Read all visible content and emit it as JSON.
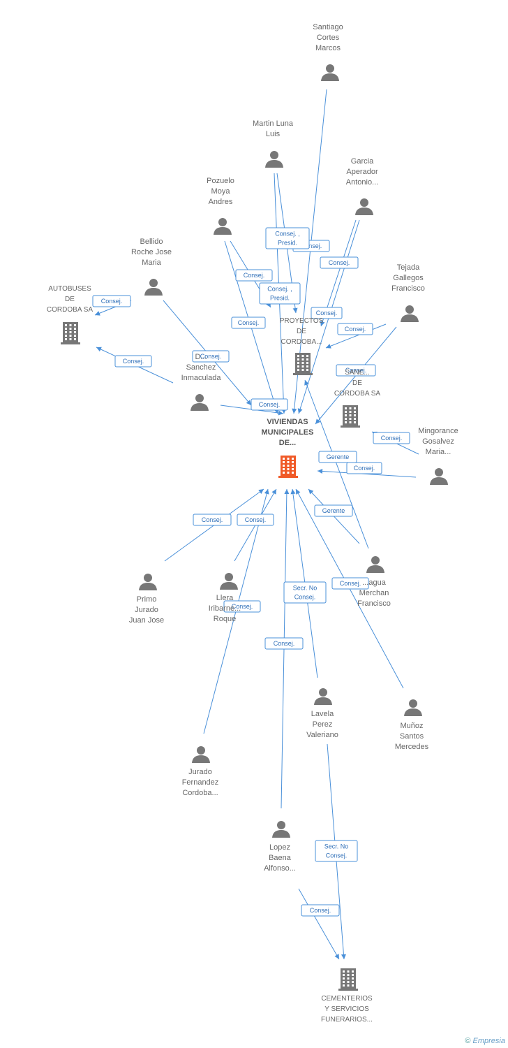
{
  "colors": {
    "edge": "#4a90d9",
    "person": "#777777",
    "company": "#777777",
    "main_company": "#f05a28"
  },
  "center": {
    "id": "viviendas",
    "label": [
      "VIVIENDAS",
      "MUNICIPALES",
      "DE..."
    ]
  },
  "nodes": [
    {
      "id": "viviendas",
      "type": "main",
      "label": [
        "VIVIENDAS",
        "MUNICIPALES",
        "DE..."
      ]
    },
    {
      "id": "santiago",
      "type": "person",
      "label": [
        "Santiago",
        "Cortes",
        "Marcos"
      ]
    },
    {
      "id": "martin",
      "type": "person",
      "label": [
        "Martin Luna",
        "Luis"
      ]
    },
    {
      "id": "garcia",
      "type": "person",
      "label": [
        "Garcia",
        "Aperador",
        "Antonio..."
      ]
    },
    {
      "id": "pozuelo",
      "type": "person",
      "label": [
        "Pozuelo",
        "Moya",
        "Andres"
      ]
    },
    {
      "id": "bellido",
      "type": "person",
      "label": [
        "Bellido",
        "Roche Jose",
        "Maria"
      ]
    },
    {
      "id": "tejada",
      "type": "person",
      "label": [
        "Tejada",
        "Gallegos",
        "Francisco"
      ]
    },
    {
      "id": "autobuses",
      "type": "company",
      "label": [
        "AUTOBUSES",
        "DE",
        "CORDOBA SA"
      ]
    },
    {
      "id": "proyectos",
      "type": "company",
      "label": [
        "PROYECTOS",
        "DE",
        "CORDOBA..."
      ]
    },
    {
      "id": "saneamientos",
      "type": "company",
      "label": [
        "SANE...",
        "DE",
        "CORDOBA SA"
      ]
    },
    {
      "id": "diaz",
      "type": "person",
      "label": [
        "D...",
        "Sanchez",
        "Inmaculada"
      ]
    },
    {
      "id": "mingorance",
      "type": "person",
      "label": [
        "Mingorance",
        "Gosalvez",
        "Maria..."
      ]
    },
    {
      "id": "primo",
      "type": "person",
      "label": [
        "Primo",
        "Jurado",
        "Juan Jose"
      ]
    },
    {
      "id": "llera",
      "type": "person",
      "label": [
        "Llera",
        "Iribarne...",
        "Roque"
      ]
    },
    {
      "id": "aragua",
      "type": "person",
      "label": [
        "...agua",
        "Merchan",
        "Francisco"
      ]
    },
    {
      "id": "lavela",
      "type": "person",
      "label": [
        "Lavela",
        "Perez",
        "Valeriano"
      ]
    },
    {
      "id": "munoz",
      "type": "person",
      "label": [
        "Muñoz",
        "Santos",
        "Mercedes"
      ]
    },
    {
      "id": "jurado",
      "type": "person",
      "label": [
        "Jurado",
        "Fernandez",
        "Cordoba..."
      ]
    },
    {
      "id": "lopez",
      "type": "person",
      "label": [
        "Lopez",
        "Baena",
        "Alfonso..."
      ]
    },
    {
      "id": "cementerios",
      "type": "company",
      "label": [
        "CEMENTERIOS",
        "Y SERVICIOS",
        "FUNERARIOS..."
      ]
    }
  ],
  "edges": [
    {
      "from": "santiago",
      "to": "viviendas",
      "label": [
        "Consej."
      ]
    },
    {
      "from": "martin",
      "to": "viviendas",
      "label": [
        "Consej. ,",
        "Presid."
      ]
    },
    {
      "from": "martin",
      "to": "proyectos",
      "label": [
        "Consej. ,",
        "Presid."
      ]
    },
    {
      "from": "garcia",
      "to": "viviendas",
      "label": [
        "Consej."
      ]
    },
    {
      "from": "garcia",
      "to": "proyectos",
      "label": [
        "Consej."
      ]
    },
    {
      "from": "pozuelo",
      "to": "viviendas",
      "label": [
        "Consej."
      ]
    },
    {
      "from": "pozuelo",
      "to": "proyectos",
      "label": [
        "Consej."
      ]
    },
    {
      "from": "bellido",
      "to": "viviendas",
      "label": [
        "Consej."
      ]
    },
    {
      "from": "bellido",
      "to": "autobuses",
      "label": [
        "Consej."
      ]
    },
    {
      "from": "tejada",
      "to": "proyectos",
      "label": [
        "Consej."
      ]
    },
    {
      "from": "tejada",
      "to": "viviendas",
      "label": [
        "Consej."
      ]
    },
    {
      "from": "diaz",
      "to": "autobuses",
      "label": [
        "Consej."
      ]
    },
    {
      "from": "diaz",
      "to": "viviendas",
      "label": [
        "Consej."
      ]
    },
    {
      "from": "mingorance",
      "to": "saneamientos",
      "label": [
        "Consej."
      ]
    },
    {
      "from": "mingorance",
      "to": "viviendas",
      "label": [
        "Consej."
      ]
    },
    {
      "from": "primo",
      "to": "viviendas",
      "label": [
        "Consej."
      ]
    },
    {
      "from": "llera",
      "to": "viviendas",
      "label": [
        "Consej."
      ]
    },
    {
      "from": "aragua",
      "to": "viviendas",
      "label": [
        "Gerente"
      ]
    },
    {
      "from": "aragua",
      "to": "proyectos",
      "label": [
        "Gerente"
      ]
    },
    {
      "from": "lavela",
      "to": "viviendas",
      "label": [
        "Secr. No",
        "Consej."
      ]
    },
    {
      "from": "lavela",
      "to": "cementerios",
      "label": [
        "Secr. No",
        "Consej."
      ]
    },
    {
      "from": "munoz",
      "to": "viviendas",
      "label": [
        "Consej."
      ]
    },
    {
      "from": "jurado",
      "to": "viviendas",
      "label": [
        "Consej."
      ]
    },
    {
      "from": "lopez",
      "to": "viviendas",
      "label": [
        "Consej."
      ]
    },
    {
      "from": "lopez",
      "to": "cementerios",
      "label": [
        "Consej."
      ]
    }
  ],
  "footer": {
    "copyright": "©",
    "brand": "Empresia"
  }
}
